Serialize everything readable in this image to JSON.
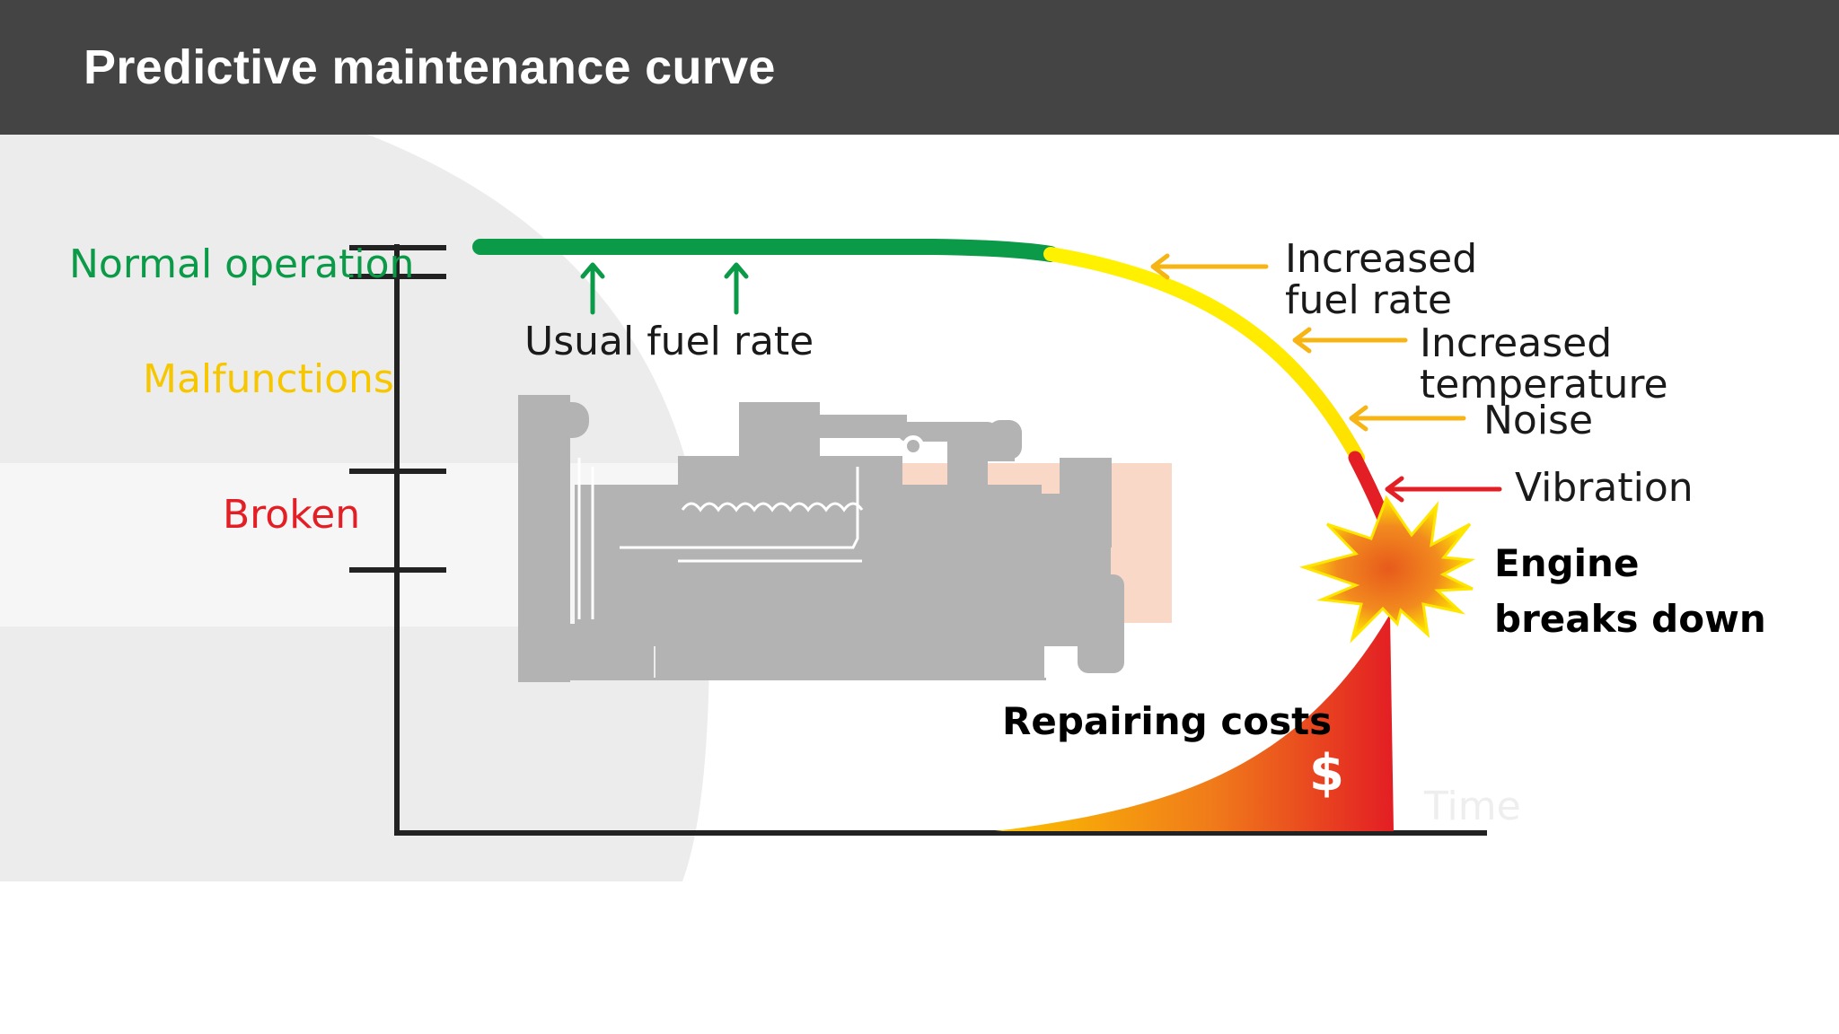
{
  "title": "Predictive maintenance curve",
  "levels": {
    "normal": "Normal operation",
    "malfunctions": "Malfunctions",
    "broken": "Broken"
  },
  "annotations": {
    "usual_fuel_rate": "Usual fuel rate",
    "increased_fuel_rate_line1": "Increased",
    "increased_fuel_rate_line2": "fuel rate",
    "increased_temperature_line1": "Increased",
    "increased_temperature_line2": "temperature",
    "noise": "Noise",
    "vibration": "Vibration",
    "engine_breaks_down_line1": "Engine",
    "engine_breaks_down_line2": "breaks down",
    "repairing_costs": "Repairing costs",
    "currency_symbol": "$",
    "time_axis": "Time"
  },
  "colors": {
    "header_bg": "#444444",
    "normal": "#0a9a48",
    "malfunctions": "#f6c700",
    "broken": "#e31e24",
    "curve_yellow": "#fff200",
    "arrow_orange": "#f7b515",
    "background_gray": "#ececec",
    "machine_gray": "#b4b4b4",
    "machine_accent": "#fad8c8",
    "text_dark": "#1a1a1a"
  },
  "icons": [
    "engine-silhouette",
    "explosion-starburst"
  ]
}
